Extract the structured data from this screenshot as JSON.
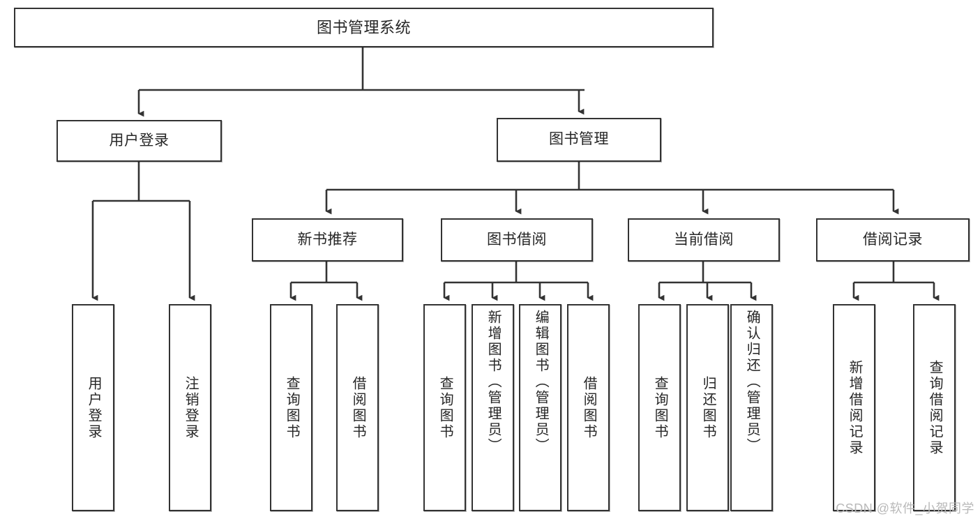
{
  "diagram": {
    "type": "tree-hierarchy",
    "title": "图书管理系统",
    "watermark": "CSDN @软件_小贺同学",
    "colors": {
      "stroke": "#333333",
      "fill": "#ffffff",
      "text": "#262626",
      "watermark": "#b9b9b9",
      "background": "#ffffff"
    },
    "root": {
      "label": "图书管理系统"
    },
    "level1": [
      {
        "label": "用户登录"
      },
      {
        "label": "图书管理"
      }
    ],
    "level2": [
      {
        "label": "新书推荐"
      },
      {
        "label": "图书借阅"
      },
      {
        "label": "当前借阅"
      },
      {
        "label": "借阅记录"
      }
    ],
    "leaves": {
      "user_login": [
        {
          "label": "用户登录"
        },
        {
          "label": "注销登录"
        }
      ],
      "new_book_recommend": [
        {
          "label": "查询图书"
        },
        {
          "label": "借阅图书"
        }
      ],
      "book_borrow": [
        {
          "label": "查询图书"
        },
        {
          "label": "新增图书（管理员）"
        },
        {
          "label": "编辑图书（管理员）"
        },
        {
          "label": "借阅图书"
        }
      ],
      "current_borrow": [
        {
          "label": "查询图书"
        },
        {
          "label": "归还图书"
        },
        {
          "label": "确认归还（管理员）"
        }
      ],
      "borrow_record": [
        {
          "label": "新增借阅记录"
        },
        {
          "label": "查询借阅记录"
        }
      ]
    }
  }
}
